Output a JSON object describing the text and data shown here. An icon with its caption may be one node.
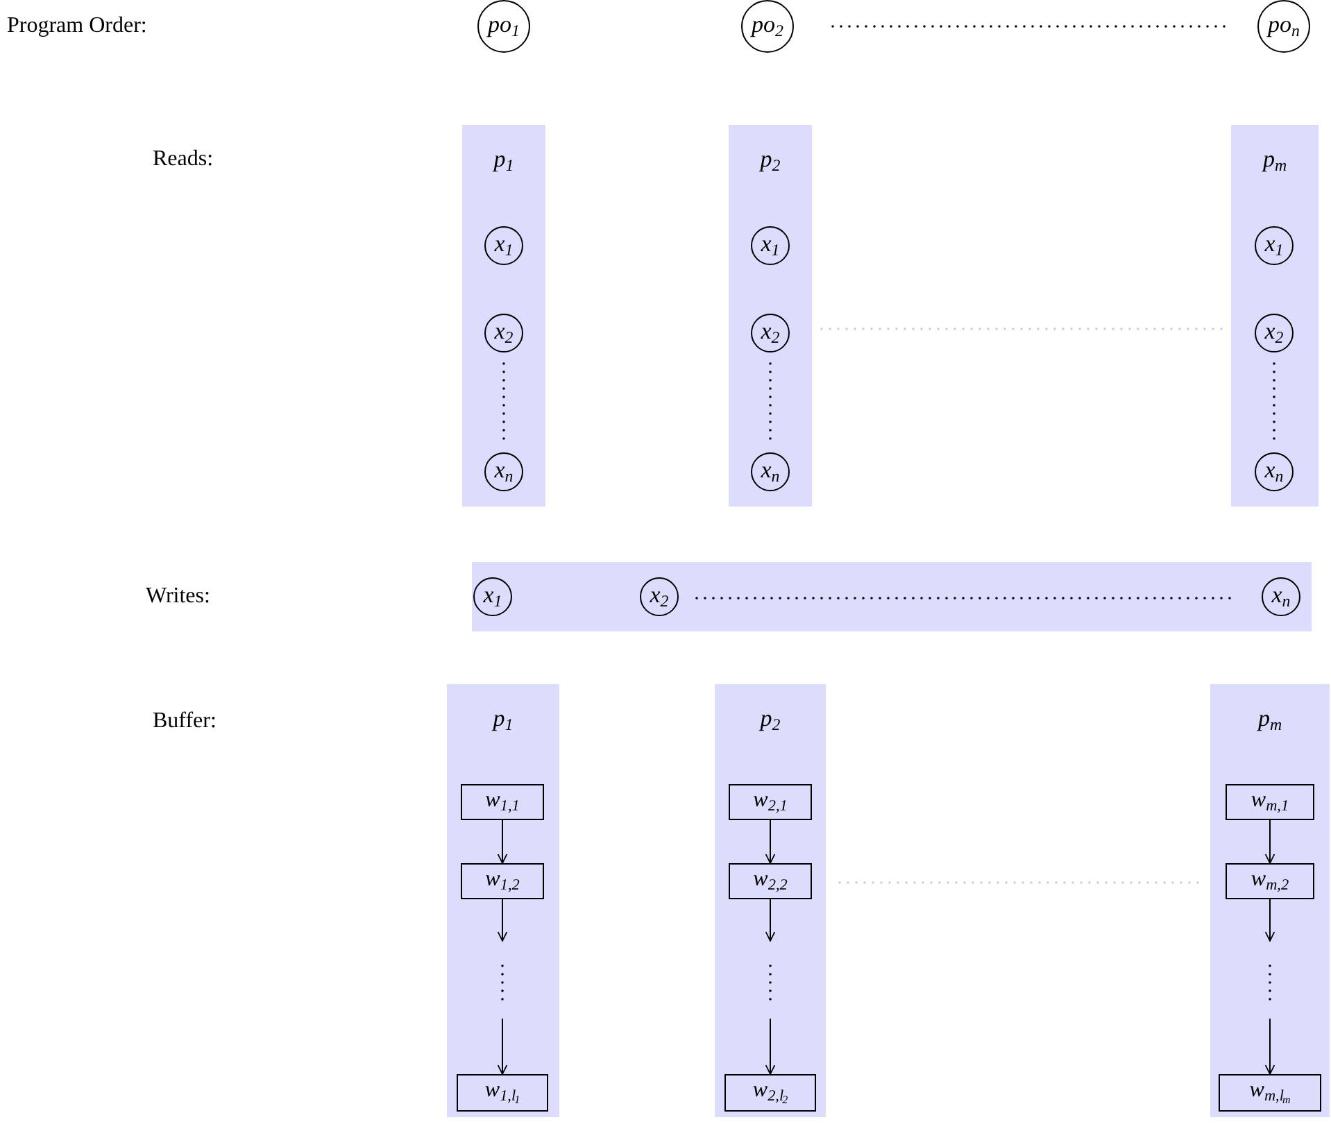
{
  "diagram": {
    "nodes": [
      {
        "text": [
          "po$_{1}$"
        ]
      },
      {
        "text": [
          "po$_{2}$"
        ]
      },
      {
        "text": [
          "po$_{n}$"
        ]
      },
      {
        "text": [
          "p$_{1}$"
        ]
      },
      {
        "text": [
          "x$_{1}$"
        ],
        "in": 3
      },
      {
        "text": [
          "x$_{2}$"
        ],
        "in": 3
      },
      {
        "text": [
          "x$_{n}$"
        ],
        "in": 3
      },
      {
        "text": [
          "p$_{2}$"
        ]
      },
      {
        "text": [
          "x$_{1}$"
        ],
        "in": 7
      },
      {
        "text": [
          "x$_{2}$"
        ],
        "in": 7
      },
      {
        "text": [
          "x$_{n}$"
        ],
        "in": 7
      },
      {
        "text": [
          "p$_{m}$"
        ]
      },
      {
        "text": [
          "x$_{1}$"
        ],
        "in": 11
      },
      {
        "text": [
          "x$_{2}$"
        ],
        "in": 11
      },
      {
        "text": [
          "x$_{n}$"
        ],
        "in": 11
      },
      {
        "text": [],
        "shape": "box"
      },
      {
        "text": [
          "x$_{1}$"
        ],
        "in": 15
      },
      {
        "text": [
          "x$_{2}$"
        ],
        "in": 15
      },
      {
        "text": [
          "x$_{n}$"
        ],
        "in": 15
      },
      {
        "text": [
          "p$_{1}$"
        ]
      },
      {
        "text": [
          "w$_{1,1}$"
        ],
        "in": 19
      },
      {
        "text": [
          "w$_{1,2}$"
        ],
        "in": 19
      },
      {
        "text": [
          "w$_{1,l}$$_{1}$"
        ],
        "in": 19
      },
      {
        "text": [
          "p$_{2}$"
        ]
      },
      {
        "text": [
          "w$_{2,1}$"
        ],
        "in": 23
      },
      {
        "text": [
          "w$_{2,2}$"
        ],
        "in": 23
      },
      {
        "text": [
          "w$_{2,l}$$_{2}$"
        ],
        "in": 23
      },
      {
        "text": [
          "p$_{m}$"
        ]
      },
      {
        "text": [
          "w$_{m,1}$"
        ],
        "in": 27
      },
      {
        "text": [
          "w$_{m,2}$"
        ],
        "in": 27
      },
      {
        "text": [
          "w$_{m,l}$$_{m}$"
        ],
        "in": 27
      }
    ],
    "edges": [
      {
        "from": 20,
        "to": 21,
        "arrow": "to"
      },
      {
        "from": 21,
        "to": null,
        "arrow": "to"
      },
      {
        "from": null,
        "to": 22,
        "arrow": "to"
      },
      {
        "from": 24,
        "to": 25,
        "arrow": "to"
      },
      {
        "from": 25,
        "to": null,
        "arrow": "to"
      },
      {
        "from": null,
        "to": 26,
        "arrow": "to"
      },
      {
        "from": 28,
        "to": 29,
        "arrow": "to"
      },
      {
        "from": 29,
        "to": null,
        "arrow": "to"
      },
      {
        "from": null,
        "to": 30,
        "arrow": "to"
      }
    ],
    "labels": [
      "Program Order:",
      "Reads:",
      "Writes:",
      "Buffer:"
    ]
  }
}
